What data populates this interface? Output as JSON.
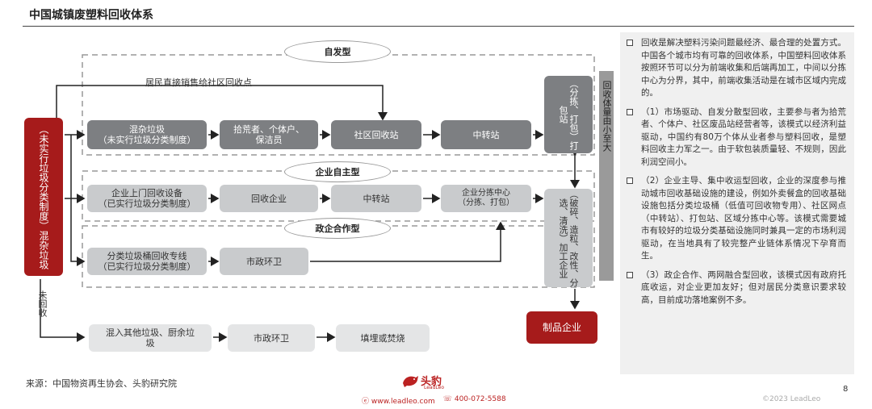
{
  "title": "中国城镇废塑料回收体系",
  "diagram": {
    "ovals": {
      "self_initiated": "自发型",
      "enterprise_led": "企业自主型",
      "gov_enterprise": "政企合作型"
    },
    "source_box": "（未实行垃圾分类制度）混杂垃圾",
    "resident_label": "居民直接销售给社区回收点",
    "row1": {
      "mixed": "混杂垃圾\n（未实行垃圾分类制度）",
      "collectors": "拾荒者、个体户、\n保洁员",
      "community": "社区回收站",
      "transfer": "中转站",
      "pack": "（分拣、打包）打包站"
    },
    "row2": {
      "door": "企业上门回收设备\n（已实行垃圾分类制度）",
      "company": "回收企业",
      "transfer": "中转站",
      "sorting": "企业分拣中心\n（分拣、打包）"
    },
    "row3": {
      "bins": "分类垃圾桶回收专线\n（已实行垃圾分类制度）",
      "sanitation": "市政环卫"
    },
    "processing": "（破碎、造粒、改性、分选、清洗）加工企业",
    "volume": "回收体量由小至大",
    "not_recycled": "未回收",
    "row4": {
      "mixed_other": "混入其他垃圾、厨余垃\n圾",
      "sanitation": "市政环卫",
      "landfill": "填埋或焚烧"
    },
    "product": "制品企业"
  },
  "notes": [
    "回收是解决塑料污染问题最经济、最合理的处置方式。中国各个城市均有可靠的回收体系，中国塑料回收体系按照环节可以分为前端收集和后端再加工，中间以分拣中心为分界，其中，前端收集活动是在城市区域内完成的。",
    "（1）市场驱动、自发分散型回收，主要参与者为拾荒者、个体户、社区废品站经营者等，该模式以经济利益驱动，中国约有80万个体从业者参与塑料回收，是塑料回收主力军之一。由于软包装质量轻、不规则，因此利润空间小。",
    "（2）企业主导、集中收运型回收，企业的深度参与推动城市回收基础设施的建设，例如外卖餐盒的回收基础设施包括分类垃圾桶（低值可回收物专用）、社区网点（中转站）、打包站、区域分拣中心等。该模式需要城市有较好的垃圾分类基础设施同时兼具一定的市场利润驱动，在当地具有了较完整产业链体系情况下孕育而生。",
    "（3）政企合作、两网融合型回收，该模式因有政府托底收运，对企业更加友好；但对居民分类意识要求较高，目前成功落地案例不多。"
  ],
  "source": "来源：中国物资再生协会、头豹研究院",
  "footer": {
    "logo": "头豹",
    "logo_sub": "LeadLeo",
    "website": "www.leadleo.com",
    "phone": "400-072-5588",
    "copyright": "©2023 LeadLeo",
    "page": "8"
  }
}
